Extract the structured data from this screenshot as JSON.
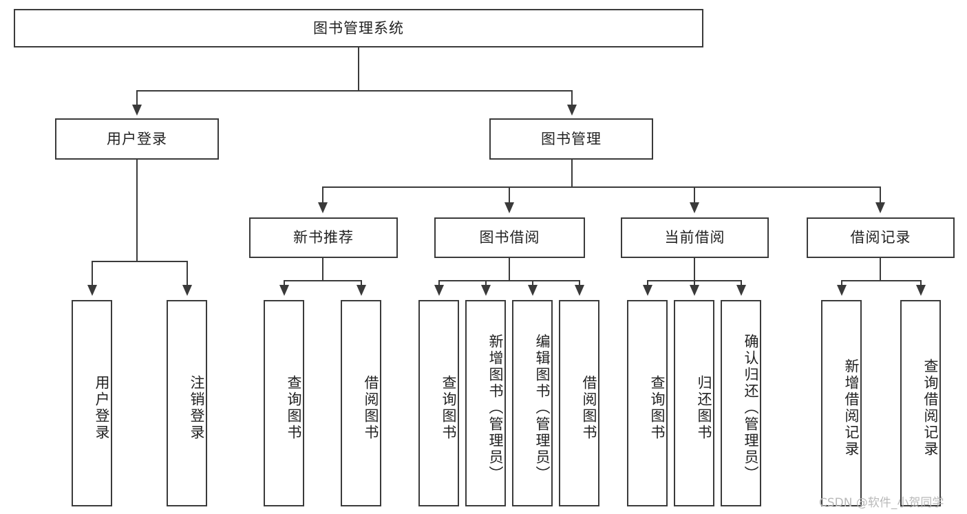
{
  "diagram": {
    "title": "图书管理系统",
    "type": "tree-hierarchy",
    "levels": 4
  },
  "root": {
    "label": "图书管理系统"
  },
  "level2": [
    {
      "label": "用户登录"
    },
    {
      "label": "图书管理"
    }
  ],
  "level3": [
    {
      "label": "新书推荐"
    },
    {
      "label": "图书借阅"
    },
    {
      "label": "当前借阅"
    },
    {
      "label": "借阅记录"
    }
  ],
  "leaves": {
    "user_login": [
      {
        "label": "用户登录"
      },
      {
        "label": "注销登录"
      }
    ],
    "new_book_recommend": [
      {
        "label": "查询图书"
      },
      {
        "label": "借阅图书"
      }
    ],
    "book_borrow": [
      {
        "label": "查询图书"
      },
      {
        "label": "新增图书（管理员）"
      },
      {
        "label": "编辑图书（管理员）"
      },
      {
        "label": "借阅图书"
      }
    ],
    "current_borrow": [
      {
        "label": "查询图书"
      },
      {
        "label": "归还图书"
      },
      {
        "label": "确认归还（管理员）"
      }
    ],
    "borrow_record": [
      {
        "label": "新增借阅记录"
      },
      {
        "label": "查询借阅记录"
      }
    ]
  },
  "watermark": {
    "text": "CSDN @软件_小贺同学"
  },
  "colors": {
    "stroke": "#3a3a3a",
    "background": "#ffffff",
    "text": "#222222",
    "watermark": "#b9b9b9"
  }
}
